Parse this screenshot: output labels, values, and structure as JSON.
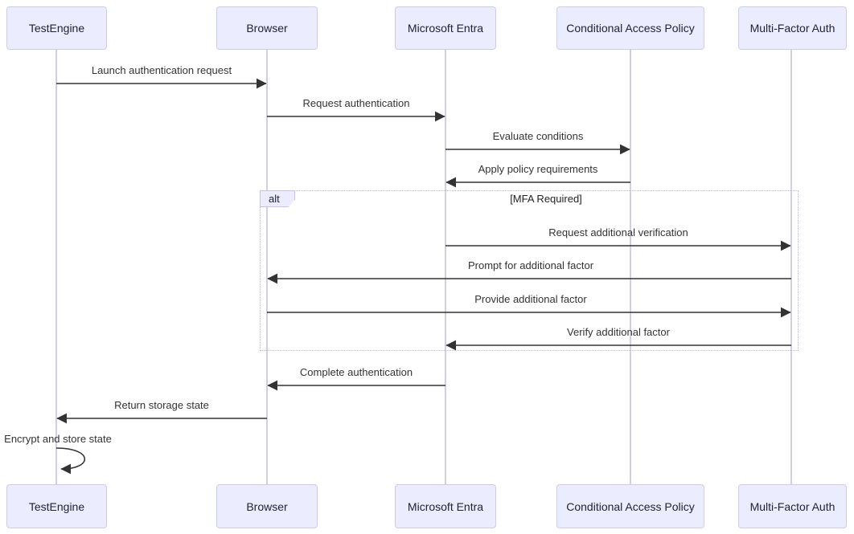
{
  "diagram_type": "sequence-diagram",
  "actors": [
    {
      "label": "TestEngine"
    },
    {
      "label": "Browser"
    },
    {
      "label": "Microsoft Entra"
    },
    {
      "label": "Conditional Access Policy"
    },
    {
      "label": "Multi-Factor Auth"
    }
  ],
  "messages": [
    {
      "text": "Launch authentication request",
      "from": "TestEngine",
      "to": "Browser",
      "style": "solid-arrow"
    },
    {
      "text": "Request authentication",
      "from": "Browser",
      "to": "Microsoft Entra",
      "style": "solid-arrow"
    },
    {
      "text": "Evaluate conditions",
      "from": "Microsoft Entra",
      "to": "Conditional Access Policy",
      "style": "solid-arrow"
    },
    {
      "text": "Apply policy requirements",
      "from": "Conditional Access Policy",
      "to": "Microsoft Entra",
      "style": "solid-arrow"
    },
    {
      "text": "Request additional verification",
      "from": "Microsoft Entra",
      "to": "Multi-Factor Auth",
      "style": "solid-arrow"
    },
    {
      "text": "Prompt for additional factor",
      "from": "Multi-Factor Auth",
      "to": "Browser",
      "style": "solid-arrow"
    },
    {
      "text": "Provide additional factor",
      "from": "Browser",
      "to": "Multi-Factor Auth",
      "style": "solid-arrow"
    },
    {
      "text": "Verify additional factor",
      "from": "Multi-Factor Auth",
      "to": "Microsoft Entra",
      "style": "solid-arrow"
    },
    {
      "text": "Complete authentication",
      "from": "Microsoft Entra",
      "to": "Browser",
      "style": "solid-arrow"
    },
    {
      "text": "Return storage state",
      "from": "Browser",
      "to": "TestEngine",
      "style": "solid-arrow"
    },
    {
      "text": "Encrypt and store state",
      "from": "TestEngine",
      "to": "TestEngine",
      "style": "self-loop"
    }
  ],
  "alt_frame": {
    "label": "alt",
    "condition": "[MFA Required]"
  },
  "colors": {
    "actor_fill": "#ECECFF",
    "actor_border": "#ccccf0",
    "lifeline": "#d2cde8",
    "arrow": "#333333",
    "message_text": "#333333",
    "frame_border": "#bdb5dd",
    "background": "#ffffff"
  }
}
